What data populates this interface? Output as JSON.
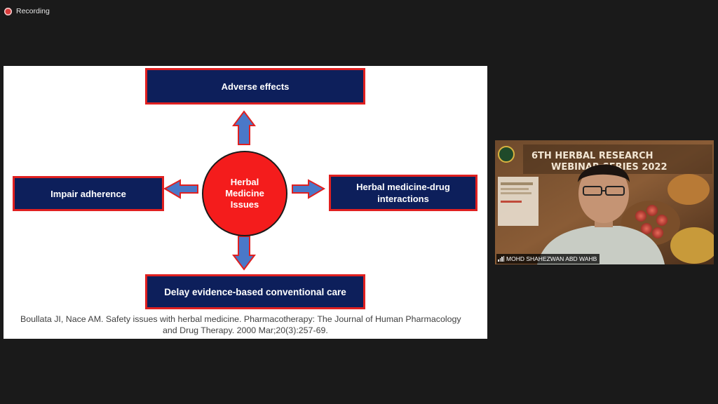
{
  "recording": {
    "label": "Recording",
    "color": "#d93a3a"
  },
  "slide": {
    "top_box": "Adverse effects",
    "left_box": "Impair adherence",
    "right_box_line1": "Herbal medicine-drug",
    "right_box_line2": "interactions",
    "bottom_box": "Delay evidence-based conventional care",
    "center_line1": "Herbal",
    "center_line2": "Medicine",
    "center_line3": "Issues",
    "citation_line1": "Boullata JI, Nace AM. Safety issues with herbal medicine. Pharmacotherapy: The Journal of Human Pharmacology",
    "citation_line2": "and Drug Therapy. 2000 Mar;20(3):257-69.",
    "colors": {
      "box_fill": "#0d1f5b",
      "box_border": "#e02020",
      "circle_fill": "#f41c1c",
      "arrow_fill": "#4a78c8",
      "arrow_border": "#e02020"
    }
  },
  "video": {
    "participant_name": "MOHD SHAHEZWAN ABD WAHB",
    "banner_text": "6TH HERBAL RESEARCH WEBINAR SERIES 2022"
  }
}
